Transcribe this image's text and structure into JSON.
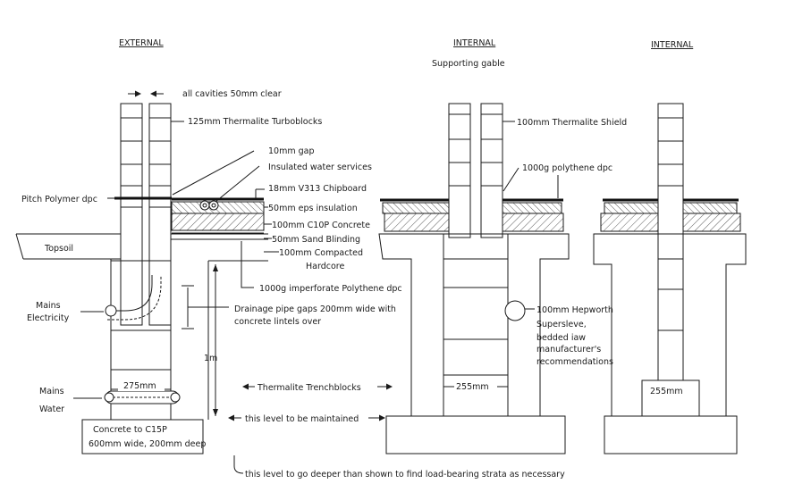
{
  "headings": {
    "external": "EXTERNAL",
    "internal_gable": "INTERNAL",
    "internal_gable_sub": "Supporting gable",
    "internal": "INTERNAL"
  },
  "labels": {
    "cavities": "all cavities 50mm clear",
    "turboblocks": "125mm Thermalite Turboblocks",
    "gap": "10mm gap",
    "water_services": "Insulated water services",
    "pitch_dpc": "Pitch Polymer dpc",
    "chipboard": "18mm V313 Chipboard",
    "eps": "50mm eps insulation",
    "concrete": "100mm C10P Concrete",
    "sand": "50mm Sand Blinding",
    "hardcore_1": "100mm Compacted",
    "hardcore_2": "Hardcore",
    "topsoil": "Topsoil",
    "polythene_dpc": "1000g imperforate Polythene dpc",
    "mains_elec_1": "Mains",
    "mains_elec_2": "Electricity",
    "drainage_1": "Drainage pipe gaps 200mm wide with",
    "drainage_2": "concrete lintels over",
    "depth": "1m",
    "mains_water_1": "Mains",
    "mains_water_2": "Water",
    "width_275": "275mm",
    "trenchblocks": "Thermalite Trenchblocks",
    "concrete_spec_1": "Concrete to C15P",
    "concrete_spec_2": "600mm wide, 200mm deep",
    "level_maintained": "this level to be maintained",
    "level_deeper": "this level to go deeper than shown to find load-bearing strata as necessary",
    "thermalite_shield": "100mm Thermalite Shield",
    "polythene_1000g": "1000g polythene dpc",
    "hepworth_1": "100mm Hepworth",
    "hepworth_2": "Supersleve,",
    "hepworth_3": "bedded iaw",
    "hepworth_4": "manufacturer's",
    "hepworth_5": "recommendations",
    "width_255_a": "255mm",
    "width_255_b": "255mm"
  }
}
